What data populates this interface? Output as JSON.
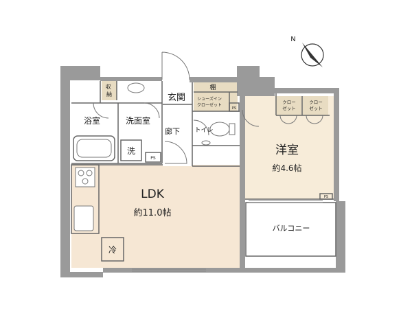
{
  "rooms": {
    "ldk": {
      "name": "LDK",
      "size": "約11.0帖"
    },
    "western": {
      "name": "洋室",
      "size": "約4.6帖"
    },
    "balcony": {
      "name": "バルコニー"
    },
    "bath": {
      "name": "浴室"
    },
    "washroom": {
      "name": "洗面室"
    },
    "entrance": {
      "name": "玄関"
    },
    "hallway": {
      "name": "廊下"
    },
    "toilet": {
      "name": "トイレ"
    }
  },
  "labels": {
    "storage": "収納",
    "shelf": "棚",
    "shoe_closet_line1": "シューズイン",
    "shoe_closet_line2": "クローゼット",
    "closet_line1": "クロー",
    "closet_line2": "ゼット",
    "washer": "洗",
    "fridge": "冷",
    "ps": "PS"
  },
  "colors": {
    "wall": "#9a9a9a",
    "ldk_floor": "#f6e7d4",
    "bedroom_floor": "#f7ecd9",
    "closet_floor": "#e8dcc2",
    "wet_floor": "#ffffff",
    "line": "#666666"
  },
  "compass": {
    "symbol": "N"
  }
}
